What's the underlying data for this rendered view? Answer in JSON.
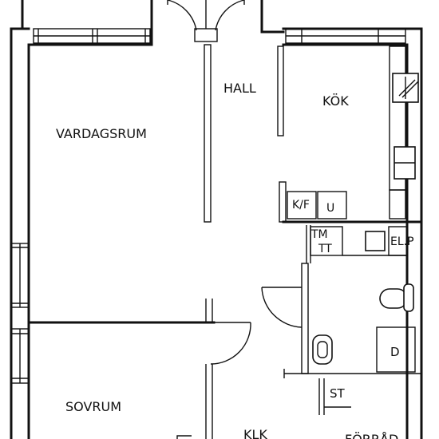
{
  "plan": {
    "rooms": [
      {
        "id": "hall",
        "label": "HALL"
      },
      {
        "id": "kok",
        "label": "KÖK"
      },
      {
        "id": "vardagsrum",
        "label": "VARDAGSRUM"
      },
      {
        "id": "kf",
        "label": "K/F"
      },
      {
        "id": "u",
        "label": "U"
      },
      {
        "id": "tm",
        "label": "TM"
      },
      {
        "id": "tt",
        "label": "TT"
      },
      {
        "id": "elp",
        "label": "EL.P"
      },
      {
        "id": "d",
        "label": "D"
      },
      {
        "id": "st",
        "label": "ST"
      },
      {
        "id": "sovrum",
        "label": "SOVRUM"
      },
      {
        "id": "klk",
        "label": "KLK"
      },
      {
        "id": "forrad",
        "label": "FÖRRÅD"
      }
    ]
  }
}
